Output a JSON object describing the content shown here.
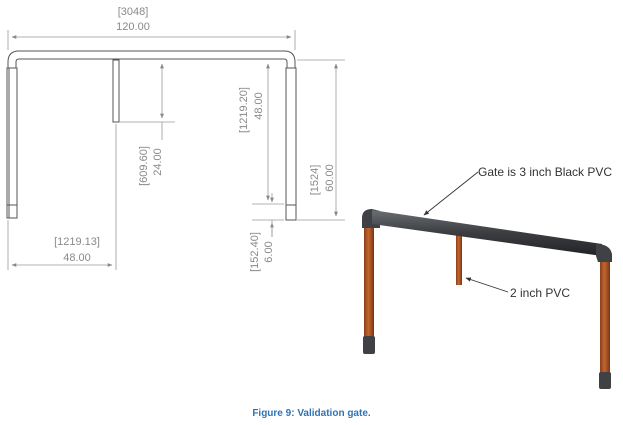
{
  "colors": {
    "pipe_outline": "#555555",
    "dimension_line": "#9a9a9a",
    "black_pvc": "#3f4144",
    "wood_post": "#b0562a",
    "caption": "#2e74b5"
  },
  "dimensions": {
    "width_total": {
      "metric": "[3048]",
      "imperial": "120.00"
    },
    "height_short": {
      "metric": "[1219.20]",
      "imperial": "48.00"
    },
    "drop_length": {
      "metric": "[609.60]",
      "imperial": "24.00"
    },
    "height_total": {
      "metric": "[1524]",
      "imperial": "60.00"
    },
    "post_spacing": {
      "metric": "[1219.13]",
      "imperial": "48.00"
    },
    "base_offset": {
      "metric": "[152.40]",
      "imperial": "6.00"
    }
  },
  "callouts": {
    "gate": "Gate is 3 inch Black PVC",
    "drop": "2 inch PVC"
  },
  "caption": "Figure 9: Validation gate."
}
